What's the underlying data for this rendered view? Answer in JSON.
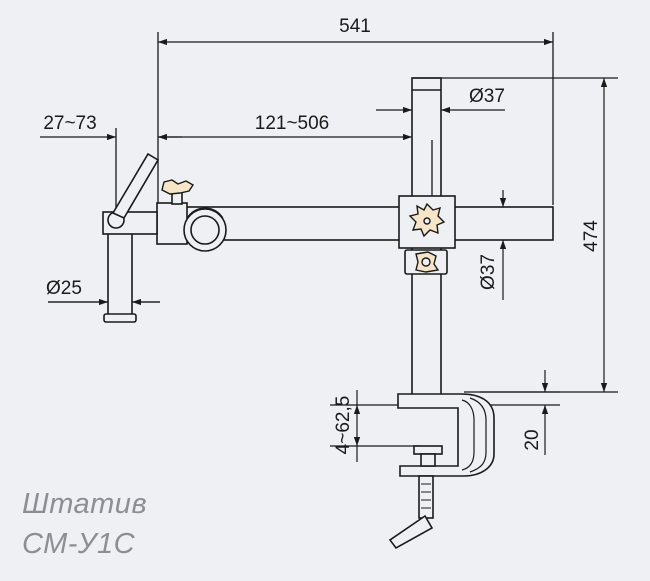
{
  "dimensions": {
    "overall_width": "541",
    "arm_reach": "121~506",
    "holder_offset": "27~73",
    "post_diameter": "Ø37",
    "arm_diameter": "Ø37",
    "holder_diameter": "Ø25",
    "height": "474",
    "clamp_range": "4~62,5",
    "clamp_thickness": "20"
  },
  "caption": {
    "line1": "Штатив",
    "line2": "СМ-У1С"
  },
  "colors": {
    "background": "#eef0f3",
    "line": "#1a1a1a",
    "knob_fill": "#f6e5c8",
    "caption": "#8a8f96"
  }
}
